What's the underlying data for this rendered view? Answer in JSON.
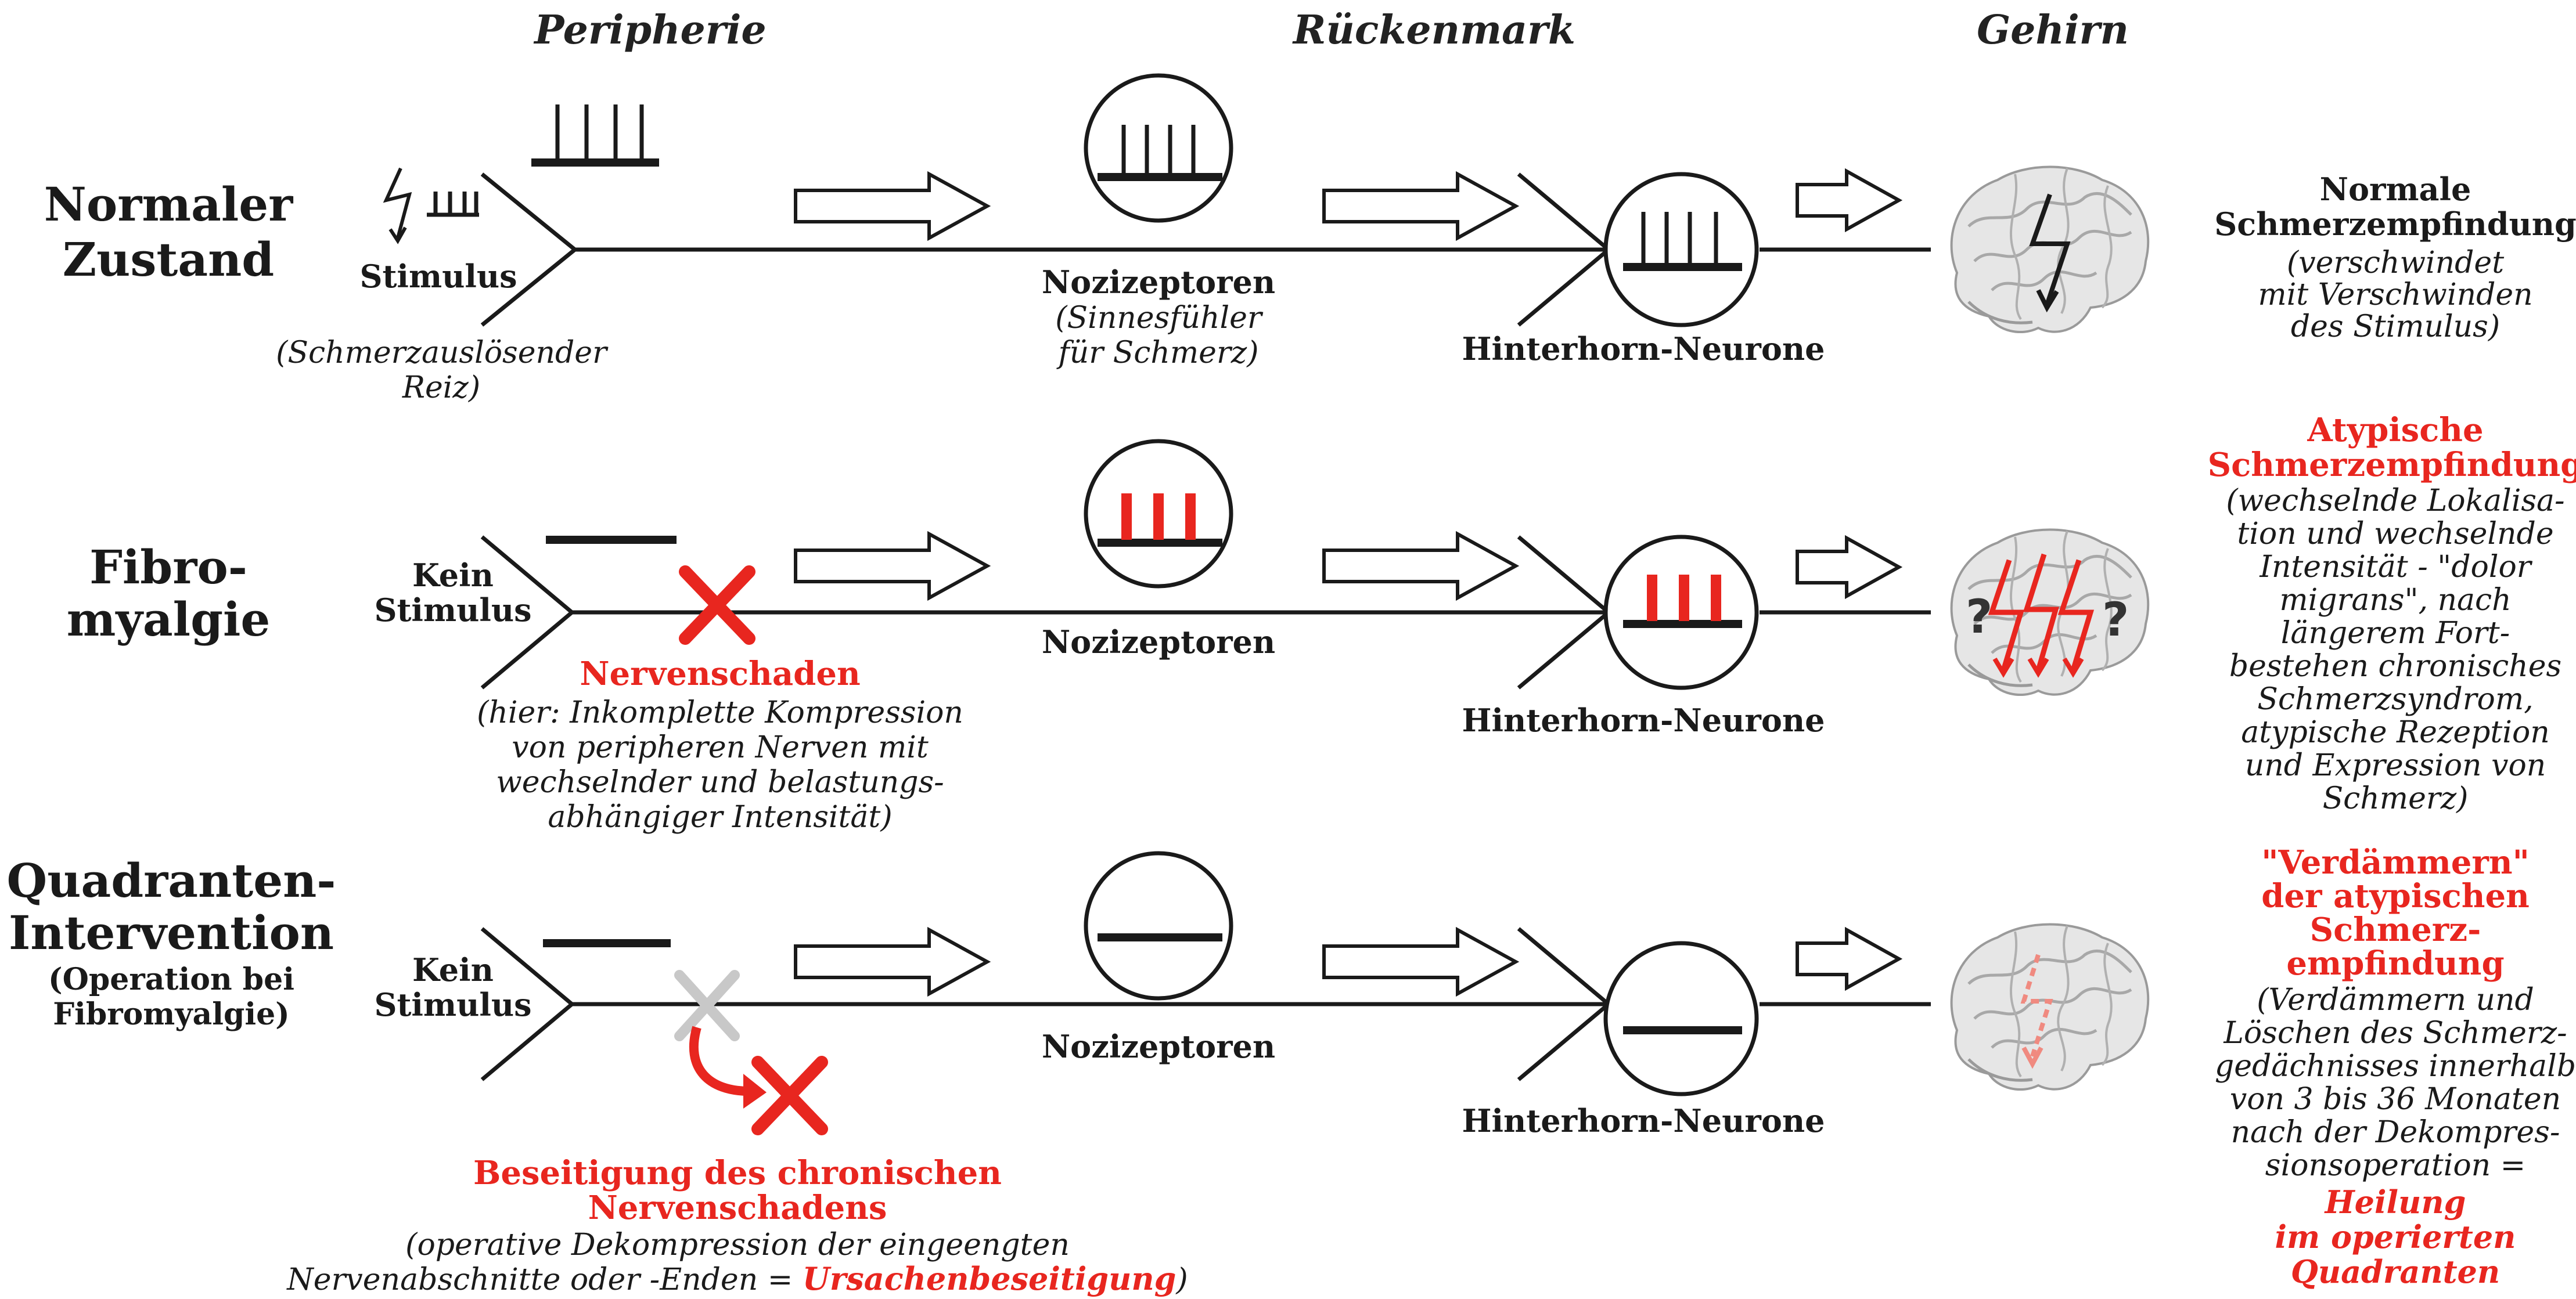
{
  "columns": {
    "peripherie": "Peripherie",
    "rueckenmark": "Rückenmark",
    "gehirn": "Gehirn"
  },
  "colors": {
    "red": "#e8261f",
    "black": "#1a1a1a",
    "gray": "#c8c8c8",
    "brain": "#d8d8d8"
  },
  "row1": {
    "title": [
      "Normaler",
      "Zustand"
    ],
    "stimulus": "Stimulus",
    "stimulus_desc": [
      "(Schmerzauslösender",
      "Reiz)"
    ],
    "nociceptor": "Nozizeptoren",
    "nociceptor_desc": [
      "(Sinnesfühler",
      "für Schmerz)"
    ],
    "dorsal_horn": "Hinterhorn-Neurone",
    "result_title": [
      "Normale",
      "Schmerzempfindung"
    ],
    "result_desc": [
      "(verschwindet",
      "mit Verschwinden",
      "des Stimulus)"
    ]
  },
  "row2": {
    "title": [
      "Fibro-",
      "myalgie"
    ],
    "stimulus": [
      "Kein",
      "Stimulus"
    ],
    "damage": "Nervenschaden",
    "damage_desc": [
      "(hier: Inkomplette Kompression",
      "von peripheren Nerven mit",
      "wechselnder und belastungs-",
      "abhängiger Intensität)"
    ],
    "nociceptor": "Nozizeptoren",
    "dorsal_horn": "Hinterhorn-Neurone",
    "result_title": [
      "Atypische",
      "Schmerzempfindung"
    ],
    "result_desc": [
      "(wechselnde Lokalisa-",
      "tion und wechselnde",
      "Intensität - \"dolor",
      "migrans\", nach",
      "längerem Fort-",
      "bestehen chronisches",
      "Schmerzsyndrom,",
      "atypische Rezeption",
      "und Expression von",
      "Schmerz)"
    ]
  },
  "row3": {
    "title": [
      "Quadranten-",
      "Intervention"
    ],
    "subtitle": [
      "(Operation bei",
      "Fibromyalgie)"
    ],
    "stimulus": [
      "Kein",
      "Stimulus"
    ],
    "removal": [
      "Beseitigung des chronischen",
      "Nervenschadens"
    ],
    "removal_desc_1": "(operative Dekompression der eingeengten",
    "removal_desc_2a": "Nervenabschnitte oder -Enden = ",
    "removal_desc_2b": "Ursachenbeseitigung",
    "removal_desc_2c": ")",
    "nociceptor": "Nozizeptoren",
    "dorsal_horn": "Hinterhorn-Neurone",
    "result_title": [
      "\"Verdämmern\"",
      "der atypischen",
      "Schmerz-",
      "empfindung"
    ],
    "result_desc": [
      "(Verdämmern und",
      "Löschen des Schmerz-",
      "gedächnisses innerhalb",
      "von 3 bis 36 Monaten",
      "nach der Dekompres-",
      "sionsoperation ="
    ],
    "result_heal": [
      "Heilung",
      "im operierten",
      "Quadranten"
    ]
  }
}
